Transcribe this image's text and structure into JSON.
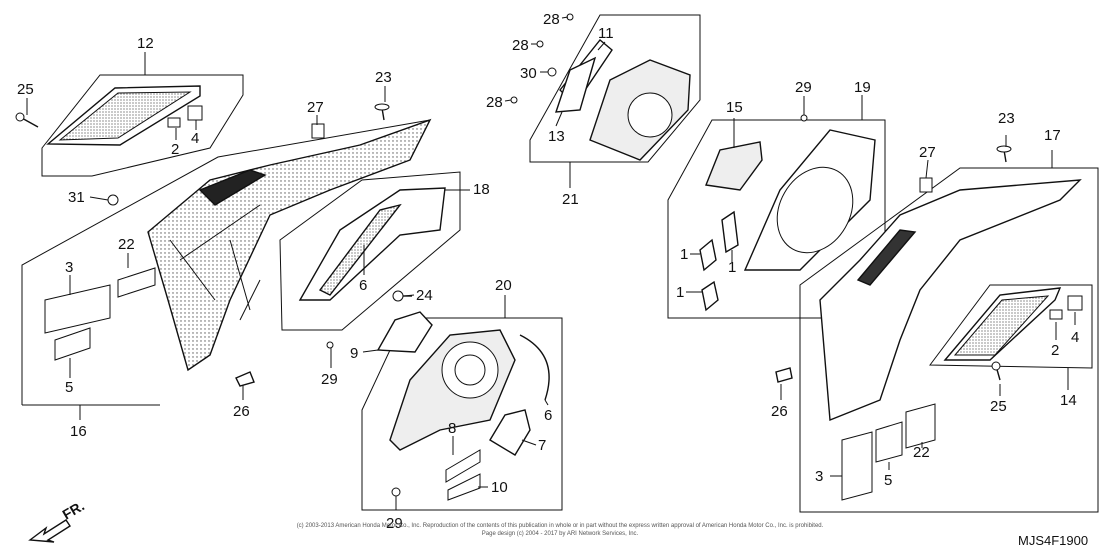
{
  "diagram": {
    "callouts": [
      {
        "id": "c12",
        "text": "12"
      },
      {
        "id": "c25a",
        "text": "25"
      },
      {
        "id": "c2a",
        "text": "2"
      },
      {
        "id": "c4a",
        "text": "4"
      },
      {
        "id": "c27a",
        "text": "27"
      },
      {
        "id": "c23a",
        "text": "23"
      },
      {
        "id": "c31",
        "text": "31"
      },
      {
        "id": "c18",
        "text": "18"
      },
      {
        "id": "c22a",
        "text": "22"
      },
      {
        "id": "c3a",
        "text": "3"
      },
      {
        "id": "c5a",
        "text": "5"
      },
      {
        "id": "c16",
        "text": "16"
      },
      {
        "id": "c6a",
        "text": "6"
      },
      {
        "id": "c24",
        "text": "24"
      },
      {
        "id": "c9",
        "text": "9"
      },
      {
        "id": "c29a",
        "text": "29"
      },
      {
        "id": "c26a",
        "text": "26"
      },
      {
        "id": "c20",
        "text": "20"
      },
      {
        "id": "c6b",
        "text": "6"
      },
      {
        "id": "c7",
        "text": "7"
      },
      {
        "id": "c8",
        "text": "8"
      },
      {
        "id": "c10",
        "text": "10"
      },
      {
        "id": "c29b",
        "text": "29"
      },
      {
        "id": "c28a",
        "text": "28"
      },
      {
        "id": "c28b",
        "text": "28"
      },
      {
        "id": "c30",
        "text": "30"
      },
      {
        "id": "c11",
        "text": "11"
      },
      {
        "id": "c28c",
        "text": "28"
      },
      {
        "id": "c13",
        "text": "13"
      },
      {
        "id": "c21",
        "text": "21"
      },
      {
        "id": "c15",
        "text": "15"
      },
      {
        "id": "c29c",
        "text": "29"
      },
      {
        "id": "c19",
        "text": "19"
      },
      {
        "id": "c1a",
        "text": "1"
      },
      {
        "id": "c1b",
        "text": "1"
      },
      {
        "id": "c1c",
        "text": "1"
      },
      {
        "id": "c27b",
        "text": "27"
      },
      {
        "id": "c23b",
        "text": "23"
      },
      {
        "id": "c17",
        "text": "17"
      },
      {
        "id": "c2b",
        "text": "2"
      },
      {
        "id": "c4b",
        "text": "4"
      },
      {
        "id": "c25b",
        "text": "25"
      },
      {
        "id": "c14",
        "text": "14"
      },
      {
        "id": "c26b",
        "text": "26"
      },
      {
        "id": "c3b",
        "text": "3"
      },
      {
        "id": "c5b",
        "text": "5"
      },
      {
        "id": "c22b",
        "text": "22"
      }
    ],
    "front_arrow_label": "FR.",
    "diagram_code": "MJS4F1900",
    "copyright_line1": "(c) 2003-2013 American Honda Motor Co., Inc. Reproduction of the contents of this publication in whole or in part without the express written approval of American Honda Motor Co., Inc. is prohibited.",
    "copyright_line2": "Page design (c) 2004 - 2017 by ARI Network Services, Inc."
  }
}
